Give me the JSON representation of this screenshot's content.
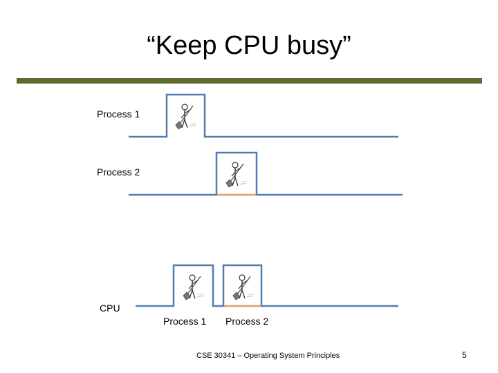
{
  "slide": {
    "title": "“Keep CPU busy”"
  },
  "rows": [
    {
      "label": "Process 1"
    },
    {
      "label": "Process 2"
    },
    {
      "label": "CPU"
    }
  ],
  "cpu_bursts": [
    {
      "label": "Process 1"
    },
    {
      "label": "Process 2"
    }
  ],
  "icons": [
    "worker-shoveling-icon"
  ],
  "colors": {
    "timeline": "#4f7fb0",
    "title_rule": "#5f6b2e",
    "burst_base": "#e0a060"
  },
  "footer": {
    "course": "CSE 30341 – Operating System Principles",
    "page": "5"
  }
}
